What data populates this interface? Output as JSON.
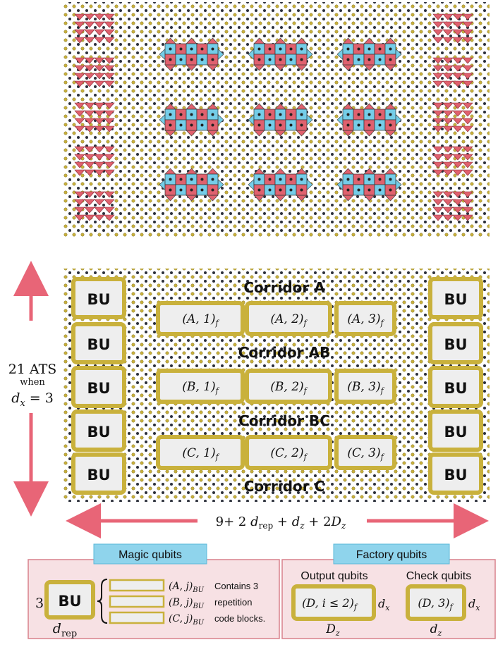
{
  "colors": {
    "red": "#e0616e",
    "blue": "#74cde8",
    "gold": "#c9b13c",
    "dot_dark": "#2b2f3a",
    "dot_gold": "#c9b13c",
    "panel_bg": "#f7e1e4",
    "panel_border": "#d9818c",
    "label_bg": "#8fd4ec",
    "label_border": "#5bb8d8",
    "arrow": "#e86577"
  },
  "bottom_layout": {
    "corridors": [
      "Corridor A",
      "Corridor AB",
      "Corridor BC",
      "Corridor C"
    ],
    "bu_label": "BU",
    "factory_rows": [
      [
        {
          "letter": "A",
          "idx": "1",
          "sub": "f"
        },
        {
          "letter": "A",
          "idx": "2",
          "sub": "f"
        },
        {
          "letter": "A",
          "idx": "3",
          "sub": "f"
        }
      ],
      [
        {
          "letter": "B",
          "idx": "1",
          "sub": "f"
        },
        {
          "letter": "B",
          "idx": "2",
          "sub": "f"
        },
        {
          "letter": "B",
          "idx": "3",
          "sub": "f"
        }
      ],
      [
        {
          "letter": "C",
          "idx": "1",
          "sub": "f"
        },
        {
          "letter": "C",
          "idx": "2",
          "sub": "f"
        },
        {
          "letter": "C",
          "idx": "3",
          "sub": "f"
        }
      ]
    ],
    "height_label_line1": "21 ATS",
    "height_label_line2": "when",
    "height_label_line3_var": "d",
    "height_label_line3_sub": "x",
    "height_label_line3_rest": " = 3",
    "width_label": "9+ 2 d_rep + d_z + 2D_z"
  },
  "legend": {
    "magic_title": "Magic qubits",
    "factory_title": "Factory qubits",
    "multiplier": "3",
    "bu_label": "BU",
    "bu_size_var": "d",
    "bu_size_sub": "rep",
    "code_blocks": [
      "(A, j)",
      "(B, j)",
      "(C, j)"
    ],
    "code_block_sub": "BU",
    "code_block_notes": [
      "Contains 3",
      "repetition",
      "code blocks."
    ],
    "output_title": "Output qubits",
    "check_title": "Check qubits",
    "output_label": "(D, i ≤ 2)",
    "output_sub": "f",
    "check_label": "(D, 3)",
    "check_sub": "f",
    "output_side_var": "d",
    "output_side_sub": "x",
    "output_bottom_var": "D",
    "output_bottom_sub": "z",
    "check_side_var": "d",
    "check_side_sub": "x",
    "check_bottom_var": "d",
    "check_bottom_sub": "z"
  }
}
